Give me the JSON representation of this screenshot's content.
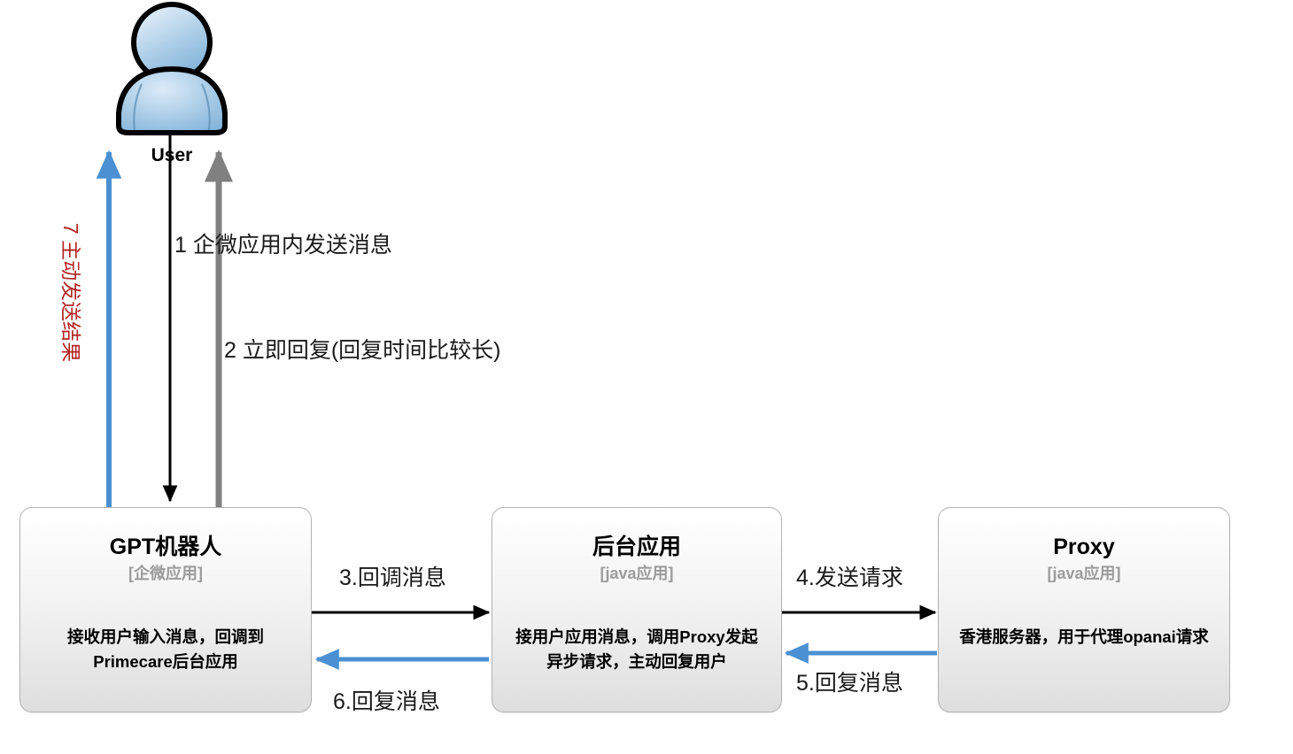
{
  "diagram": {
    "title": "GPT message flow sequence diagram",
    "background": "#ffffff",
    "colors": {
      "blue": "#4a90d2",
      "gray": "#808080",
      "black": "#000000",
      "red": "#b32424",
      "node_border": "#b3b3b3",
      "node_fill_top": "#ffffff",
      "node_fill_bottom": "#dedede",
      "subtitle_gray": "#9b9b9b"
    }
  },
  "actor": {
    "icon": "user-person-icon",
    "label": "User"
  },
  "nodes": [
    {
      "id": "gpt-bot",
      "title": "GPT机器人",
      "subtitle": "[企微应用]",
      "body": "接收用户输入消息，回调到\nPrimecare后台应用"
    },
    {
      "id": "backend-app",
      "title": "后台应用",
      "subtitle": "[java应用]",
      "body": "接用户应用消息，调用Proxy发起\n异步请求，主动回复用户"
    },
    {
      "id": "proxy",
      "title": "Proxy",
      "subtitle": "[java应用]",
      "body": "香港服务器，用于代理opanai请求"
    }
  ],
  "edges": [
    {
      "id": "edge-1",
      "label": "1 企微应用内发送消息",
      "color": "#000000",
      "direction": "down",
      "from": "User",
      "to": "GPT机器人"
    },
    {
      "id": "edge-2",
      "label": "2 立即回复(回复时间比较长)",
      "color": "#808080",
      "direction": "up",
      "from": "GPT机器人",
      "to": "User"
    },
    {
      "id": "edge-3",
      "label": "3.回调消息",
      "color": "#000000",
      "direction": "right",
      "from": "GPT机器人",
      "to": "后台应用"
    },
    {
      "id": "edge-4",
      "label": "4.发送请求",
      "color": "#000000",
      "direction": "right",
      "from": "后台应用",
      "to": "Proxy"
    },
    {
      "id": "edge-5",
      "label": "5.回复消息",
      "color": "#4a90d2",
      "direction": "left",
      "from": "Proxy",
      "to": "后台应用"
    },
    {
      "id": "edge-6",
      "label": "6.回复消息",
      "color": "#4a90d2",
      "direction": "left",
      "from": "后台应用",
      "to": "GPT机器人"
    },
    {
      "id": "edge-7",
      "label": "7 主动发送结果",
      "color": "#4a90d2",
      "direction": "up",
      "from": "GPT机器人",
      "to": "User"
    }
  ]
}
